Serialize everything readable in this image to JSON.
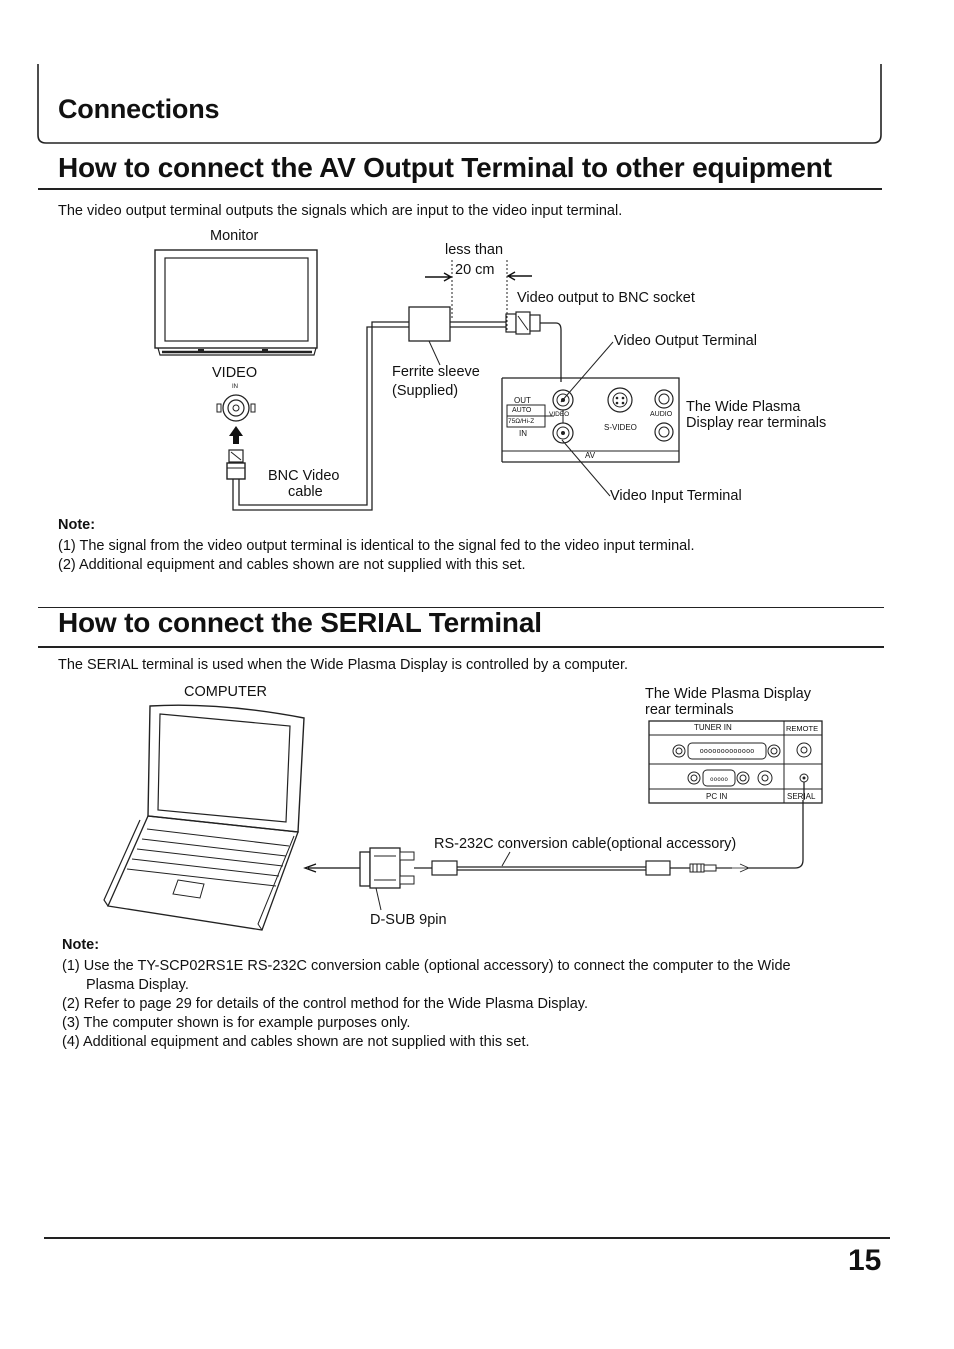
{
  "header": {
    "section": "Connections"
  },
  "av_section": {
    "title": "How to connect the AV Output Terminal to other equipment",
    "intro": "The video output terminal outputs the signals which are input to the video input terminal.",
    "diagram": {
      "monitor_label": "Monitor",
      "video_label": "VIDEO",
      "in_label": "IN",
      "bnc_cable_line1": "BNC Video",
      "bnc_cable_line2": "cable",
      "less_than": "less than",
      "distance": "20 cm",
      "video_output_bnc": "Video output to BNC socket",
      "video_output_terminal": "Video Output Terminal",
      "ferrite_line1": "Ferrite sleeve",
      "ferrite_line2": "(Supplied)",
      "display_rear_line1": "The Wide Plasma",
      "display_rear_line2": "Display rear terminals",
      "video_input_terminal": "Video Input Terminal",
      "panel_out": "OUT",
      "panel_auto": "AUTO",
      "panel_ohm": "75Ω/Hi-Z",
      "panel_in": "IN",
      "panel_video": "VIDEO",
      "panel_svideo": "S-VIDEO",
      "panel_audio": "AUDIO",
      "panel_av": "AV"
    },
    "note_title": "Note:",
    "notes": [
      "(1) The signal from the video output terminal is identical to the signal fed to the video input terminal.",
      "(2) Additional equipment and cables shown are not supplied with this set."
    ]
  },
  "serial_section": {
    "title": "How to connect the SERIAL Terminal",
    "intro": "The SERIAL terminal is used when the Wide Plasma Display is controlled by a computer.",
    "diagram": {
      "computer_label": "COMPUTER",
      "display_line1": "The Wide Plasma Display",
      "display_line2": "rear terminals",
      "tuner_in": "TUNER IN",
      "remote": "REMOTE",
      "pc_in": "PC IN",
      "serial": "SERIAL",
      "cable_label": "RS-232C conversion cable(optional accessory)",
      "dsub_label": "D-SUB 9pin"
    },
    "note_title": "Note:",
    "notes": [
      "(1) Use the TY-SCP02RS1E RS-232C conversion cable (optional accessory) to connect the computer to the Wide",
      "Plasma Display.",
      "(2) Refer to page 29 for details of the control method for the Wide Plasma Display.",
      "(3) The computer shown is for example purposes only.",
      "(4) Additional equipment and cables shown are not supplied with this set."
    ]
  },
  "footer": {
    "page_number": "15"
  }
}
